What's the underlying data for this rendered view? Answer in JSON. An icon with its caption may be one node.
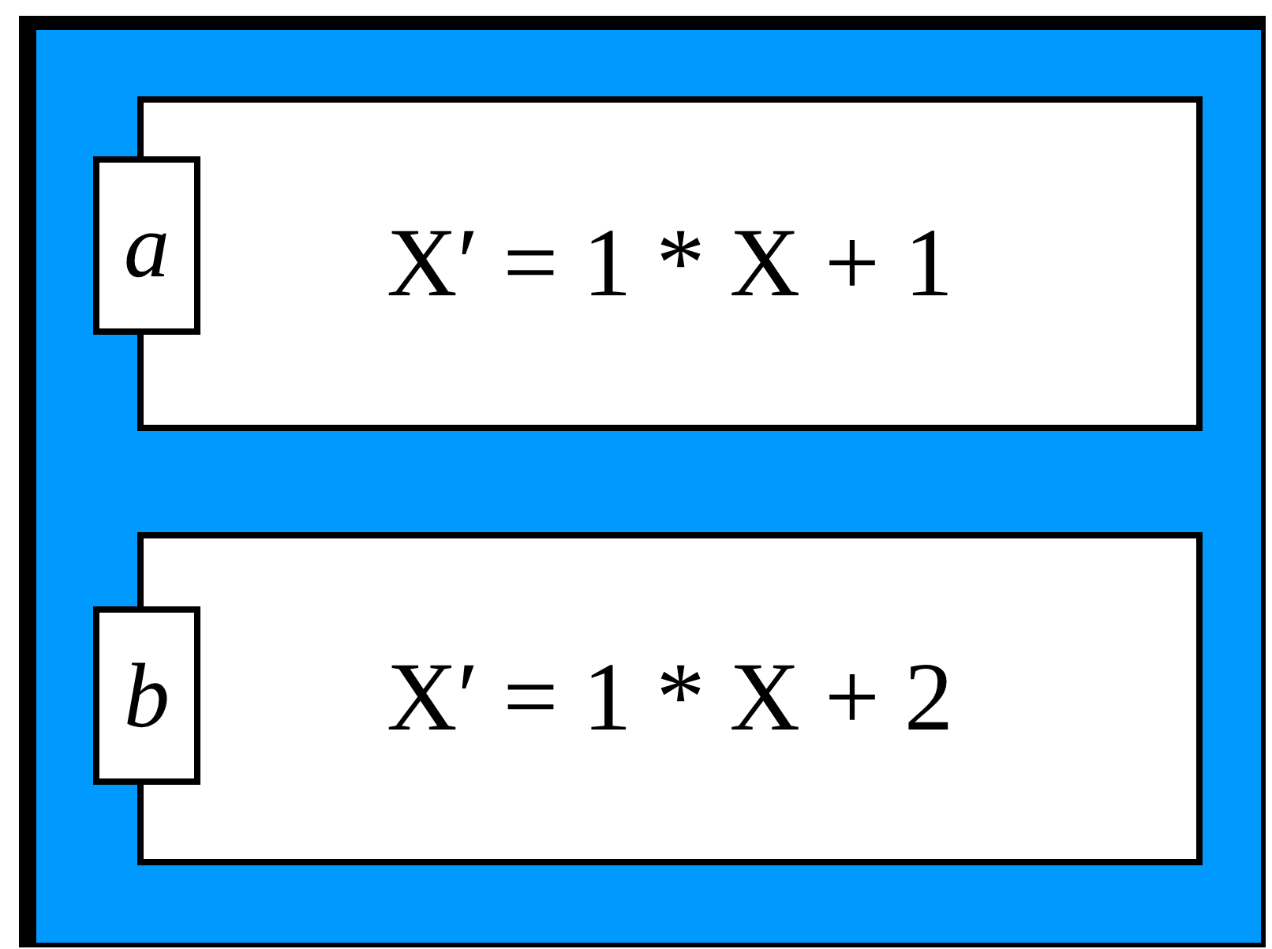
{
  "diagram": {
    "nodes": [
      {
        "text": [],
        "shape": "box"
      },
      {
        "text": [
          "a"
        ],
        "in": 0
      },
      {
        "text": [
          "X′ = 1 * X + 1"
        ],
        "in": 0
      },
      {
        "text": [
          "b"
        ],
        "in": 0
      },
      {
        "text": [
          "X′ = 1 * X + 2"
        ],
        "in": 0
      }
    ]
  }
}
